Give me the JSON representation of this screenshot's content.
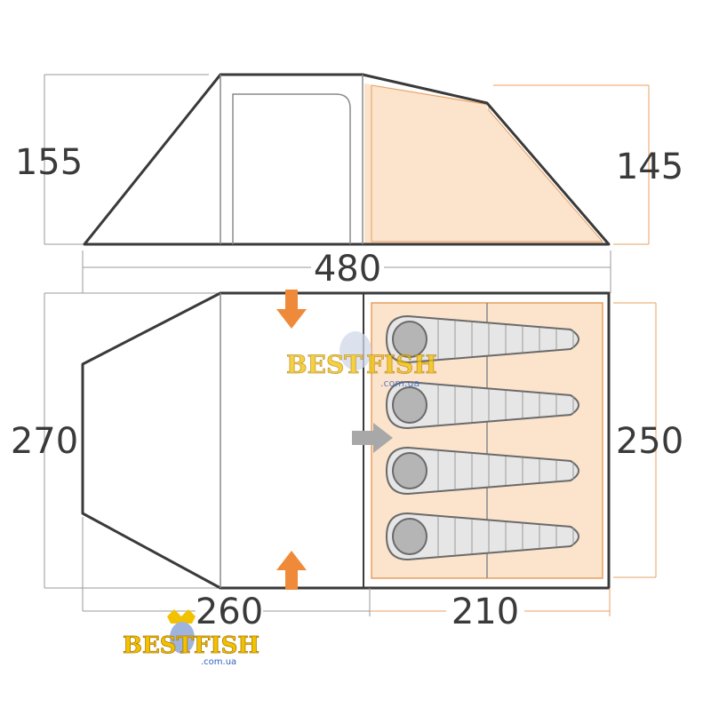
{
  "dimensions": {
    "height_total": "155",
    "height_bedroom": "145",
    "length_total": "480",
    "width_total": "270",
    "width_bedroom": "250",
    "length_living": "260",
    "length_bedroom": "210"
  },
  "watermark": {
    "brand_left": "BEST",
    "brand_right": "FISH",
    "domain": ".com.ua"
  },
  "colors": {
    "outline": "#3a3a3a",
    "guide": "#9a9a9a",
    "bedroom_fill": "#fbe3cc",
    "bedroom_line": "#e8a060",
    "arrow_orange": "#ef8a3a",
    "arrow_grey": "#a8a8a8",
    "bag_fill": "#e6e6e6",
    "bag_line": "#6a6a6a"
  },
  "sleeping_bags": 4
}
